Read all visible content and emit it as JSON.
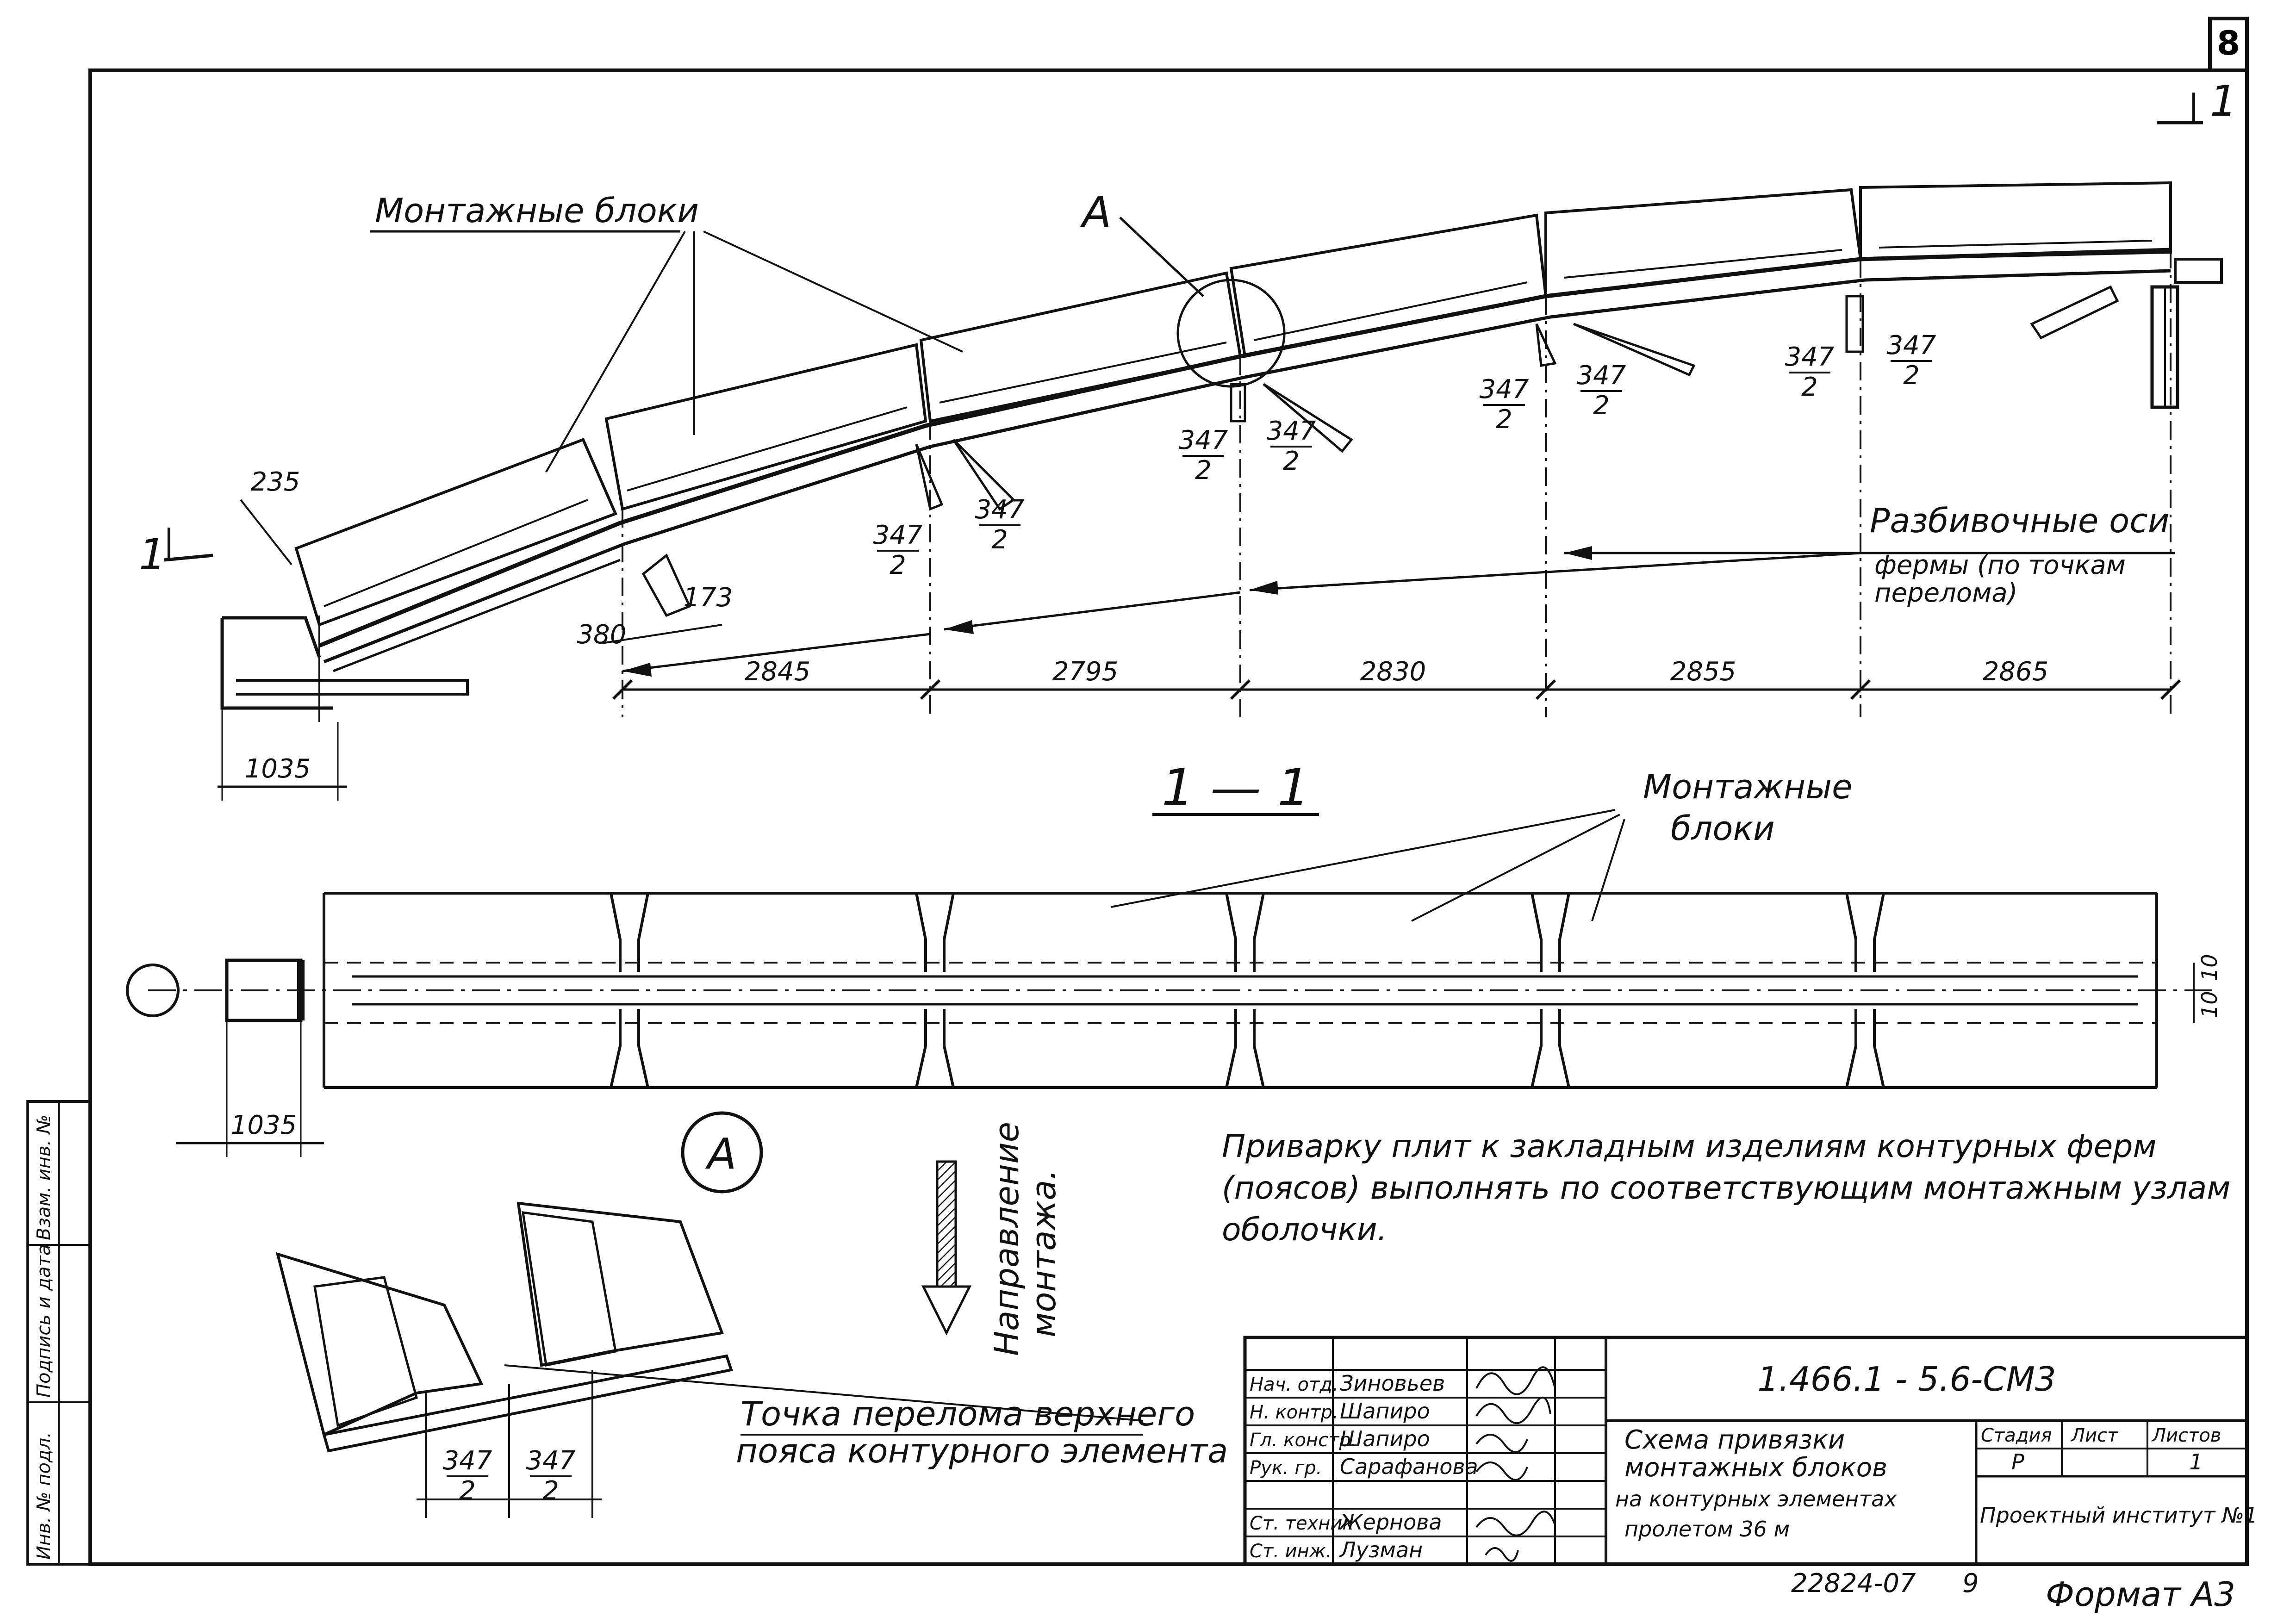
{
  "sheet": {
    "page_number": "8",
    "section_mark_top": "1",
    "section_mark_left": "1",
    "code": "1.466.1 - 5.6-CM3",
    "archive_number": "22824-07",
    "archive_suffix": "9",
    "format": "Формат А3"
  },
  "elevation": {
    "label_blocks": "Монтажные блоки",
    "node_label": "A",
    "label_axes_line1": "Разбивочные оси",
    "label_axes_line2": "фермы (по точкам",
    "label_axes_line3": "перелома)",
    "dim_235": "235",
    "dim_380": "380",
    "dim_173": "173",
    "dim_1035": "1035",
    "half_numerator": "347",
    "half_denominator": "2",
    "spans": [
      "2845",
      "2795",
      "2830",
      "2855",
      "2865"
    ]
  },
  "section": {
    "title": "1 — 1",
    "label_blocks_line1": "Монтажные",
    "label_blocks_line2": "блоки",
    "dim_1035": "1035",
    "dim_10_top": "10",
    "dim_10_bottom": "10"
  },
  "detail": {
    "marker": "A",
    "label_line1": "Точка перелома верхнего",
    "label_line2": "пояса контурного элемента",
    "half_numerator": "347",
    "half_denominator": "2"
  },
  "direction": {
    "line1": "Направление",
    "line2": "монтажа."
  },
  "note": {
    "line1": "Приварку плит к закладным изделиям контурных ферм",
    "line2": "(поясов) выполнять по соответствующим монтажным узлам",
    "line3": "оболочки."
  },
  "title_block": {
    "roles": [
      {
        "role": "Нач. отд.",
        "name": "Зиновьев"
      },
      {
        "role": "Н. контр.",
        "name": "Шапиро"
      },
      {
        "role": "Гл. констр.",
        "name": "Шапиро"
      },
      {
        "role": "Рук. гр.",
        "name": "Сарафанова"
      },
      {
        "role": "",
        "name": ""
      },
      {
        "role": "Ст. техник",
        "name": "Жернова"
      },
      {
        "role": "Ст. инж.",
        "name": "Лузман"
      }
    ],
    "title_line1": "Схема привязки",
    "title_line2": "монтажных блоков",
    "title_line3": "на контурных элементах",
    "title_line4": "пролетом 36 м",
    "col_stage": "Стадия",
    "col_sheet": "Лист",
    "col_sheets": "Листов",
    "stage": "Р",
    "sheets": "1",
    "organization": "Проектный институт №1"
  },
  "side_stamp": {
    "cell1": "Инв. № подл.",
    "cell2": "Подпись и дата",
    "cell3": "Взам. инв. №"
  }
}
